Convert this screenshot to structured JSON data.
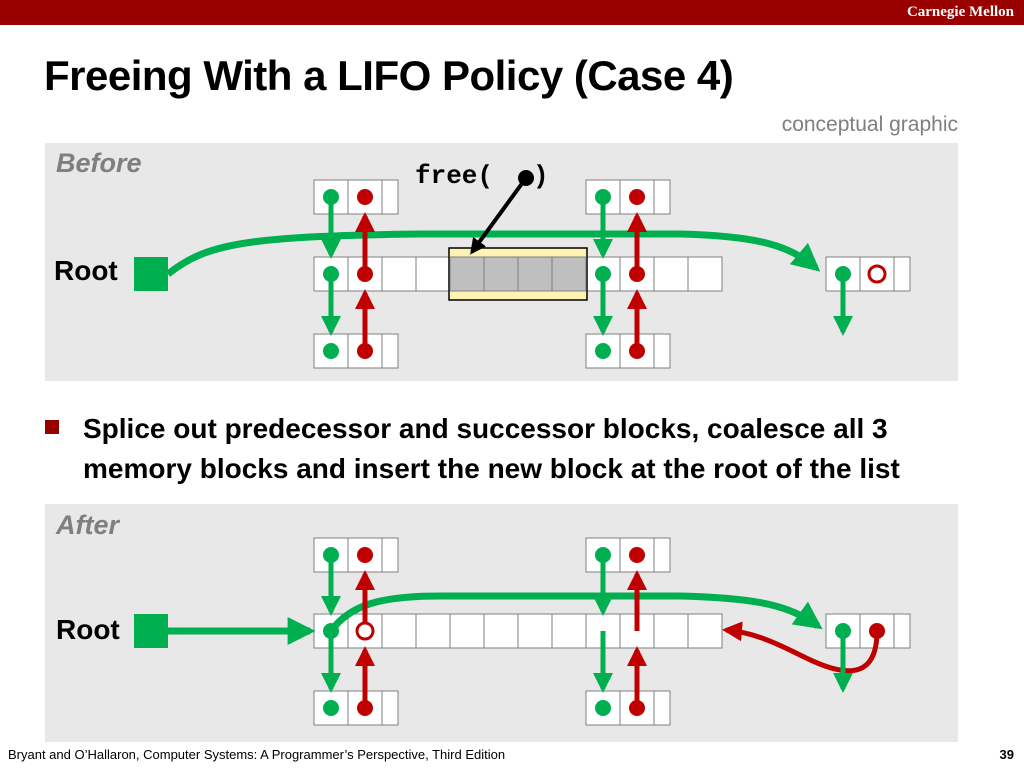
{
  "header": {
    "brand": "Carnegie Mellon"
  },
  "title": "Freeing With a LIFO Policy (Case 4)",
  "subtitle": "conceptual graphic",
  "before": {
    "label": "Before",
    "root_label": "Root",
    "call_label": "free(",
    "call_label_end": ")"
  },
  "bullet": {
    "text": "Splice out predecessor and successor blocks, coalesce all 3 memory blocks and insert the new block at the root of the list"
  },
  "after": {
    "label": "After",
    "root_label": "Root"
  },
  "footer": {
    "citation": "Bryant and O’Hallaron, Computer Systems: A Programmer’s Perspective, Third  Edition",
    "page_number": "39"
  },
  "colors": {
    "next_pointer": "#00b050",
    "prev_pointer": "#c00000",
    "freed_block": "#bfbfbf",
    "freed_block_outline": "#fff2b3",
    "brand_bar": "#990000"
  }
}
